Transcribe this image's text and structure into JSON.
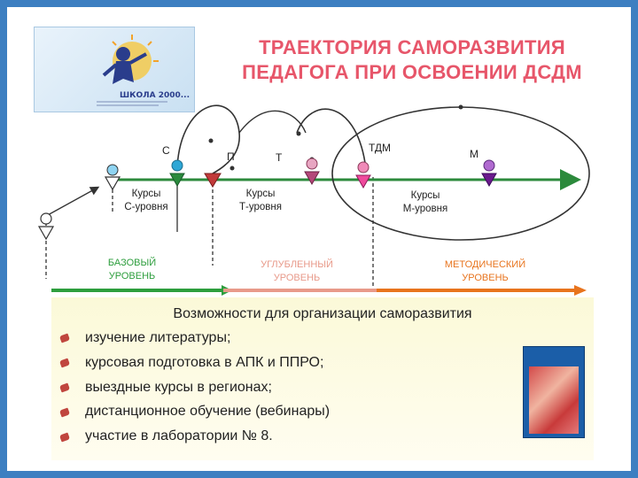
{
  "title_line1": "ТРАЕКТОРИЯ САМОРАЗВИТИЯ",
  "title_line2": "ПЕДАГОГА ПРИ ОСВОЕНИИ ДСДМ",
  "logo_text": "ШКОЛА 2000...",
  "stage_labels": {
    "c": "С",
    "p": "П",
    "t": "Т",
    "tdm": "ТДМ",
    "m": "М"
  },
  "courses": {
    "c": [
      "Курсы",
      "С-уровня"
    ],
    "t": [
      "Курсы",
      "Т-уровня"
    ],
    "m": [
      "Курсы",
      "М-уровня"
    ]
  },
  "levels": {
    "base": [
      "БАЗОВЫЙ",
      "УРОВЕНЬ"
    ],
    "deep": [
      "УГЛУБЛЕННЫЙ",
      "УРОВЕНЬ"
    ],
    "method": [
      "МЕТОДИЧЕСКИЙ",
      "УРОВЕНЬ"
    ]
  },
  "colors": {
    "frame": "#3d7fc1",
    "title": "#e7566a",
    "base_green": "#2e9e3e",
    "deep_pink": "#e89a8a",
    "method_orange": "#e8741e",
    "main_arrow": "#2c8a3c"
  },
  "panel": {
    "title": "Возможности для организации саморазвития",
    "items": [
      "изучение литературы;",
      "курсовая подготовка в АПК и ППРО;",
      "выездные курсы в регионах;",
      "дистанционное обучение (вебинары)",
      "участие в лаборатории № 8."
    ]
  },
  "icons": {
    "person": "person-icon",
    "bullet": "flower-bullet-icon",
    "book": "book-cover-icon"
  }
}
